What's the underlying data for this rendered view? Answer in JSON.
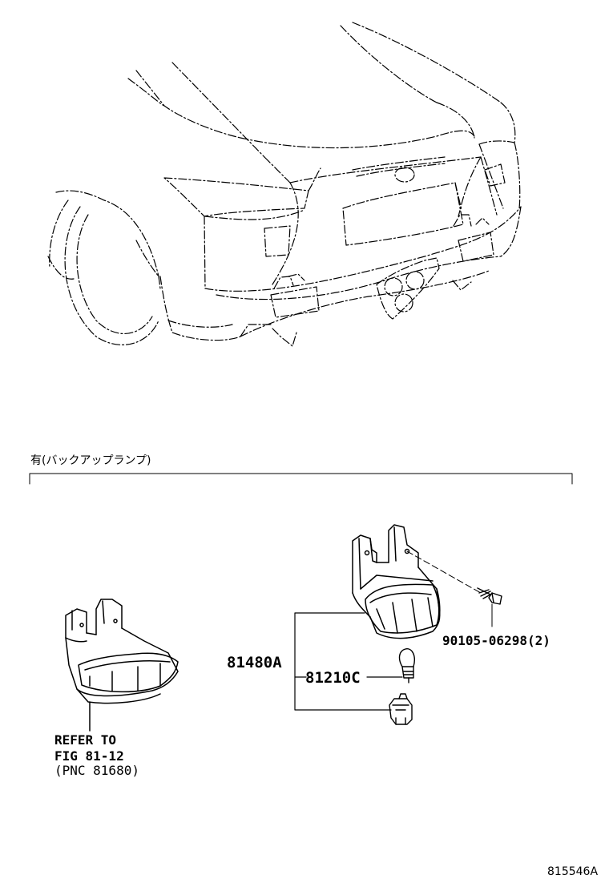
{
  "section_label": "有(バックアップランプ)",
  "parts": {
    "assembly": "81480A",
    "bulb": "81210C",
    "screw": "90105-06298(2)"
  },
  "reference": {
    "line1": "REFER TO",
    "line2": "FIG 81-12",
    "line3": "(PNC 81680)"
  },
  "figure_id": "815546A"
}
